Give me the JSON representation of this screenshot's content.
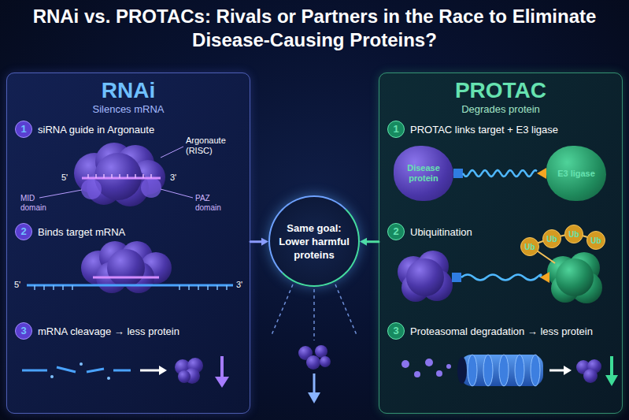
{
  "diagram": {
    "title": "RNAi vs. PROTACs: Rivals or Partners in the Race to Eliminate Disease-Causing Proteins?",
    "nodes": [
      {
        "text": [
          "RNAi",
          "Silences mRNA"
        ]
      },
      {
        "text": [
          "1"
        ],
        "in": 0
      },
      {
        "text": [
          "2"
        ],
        "in": 0
      },
      {
        "text": [
          "3"
        ],
        "in": 0
      },
      {
        "text": [
          "Same goal: Lower harmful proteins"
        ]
      },
      {
        "text": [
          "PROTAC",
          "Degrades protein"
        ]
      },
      {
        "text": [
          "1"
        ],
        "in": 5
      },
      {
        "text": [
          "Disease protein"
        ],
        "in": 5
      },
      {
        "text": [
          "E3 ligase"
        ],
        "in": 5
      },
      {
        "text": [
          "2"
        ],
        "in": 5
      },
      {
        "text": [
          "Ub"
        ],
        "in": 5
      },
      {
        "text": [
          "Ub"
        ],
        "in": 5
      },
      {
        "text": [
          "Ub"
        ],
        "in": 5
      },
      {
        "text": [
          "Ub"
        ],
        "in": 5
      },
      {
        "text": [
          "3"
        ],
        "in": 5
      }
    ],
    "edges": [
      {
        "from": 0,
        "to": 4,
        "arrow": "to"
      },
      {
        "from": 5,
        "to": 4,
        "arrow": "to"
      },
      {
        "from": 7,
        "to": 8,
        "arrow": "none"
      }
    ],
    "labels": [
      "siRNA guide in Argonaute",
      "Argonaute (RISC)",
      "5'",
      "3'",
      "MID domain",
      "PAZ domain",
      "Binds target mRNA",
      "5'",
      "3'",
      "mRNA cleavage → less protein",
      "PROTAC links target + E3 ligase",
      "Ubiquitination",
      "Proteasomal degradation → less protein"
    ]
  }
}
